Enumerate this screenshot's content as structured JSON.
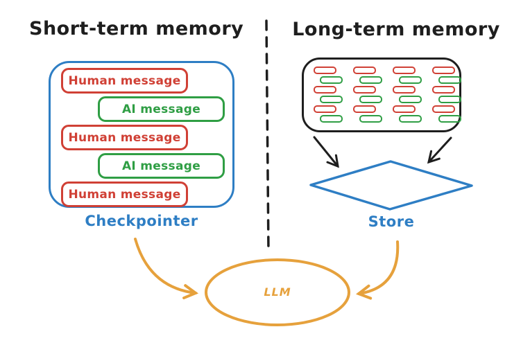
{
  "titles": {
    "left": "Short-term memory",
    "right": "Long-term memory"
  },
  "short_term": {
    "label": "Checkpointer",
    "messages": [
      {
        "type": "human",
        "text": "Human message"
      },
      {
        "type": "ai",
        "text": "AI message"
      },
      {
        "type": "human",
        "text": "Human message"
      },
      {
        "type": "ai",
        "text": "AI message"
      },
      {
        "type": "human",
        "text": "Human message"
      }
    ]
  },
  "long_term": {
    "label": "Store",
    "memory_grid": {
      "columns": 4,
      "rows": 6,
      "row_pattern": [
        "red",
        "green",
        "red",
        "green",
        "red",
        "green"
      ]
    }
  },
  "llm": {
    "label": "LLM"
  },
  "colors": {
    "ink": "#1e1e1e",
    "human": "#d04035",
    "ai": "#2f9e44",
    "blue": "#2e7ec4",
    "orange": "#e6a13c"
  }
}
